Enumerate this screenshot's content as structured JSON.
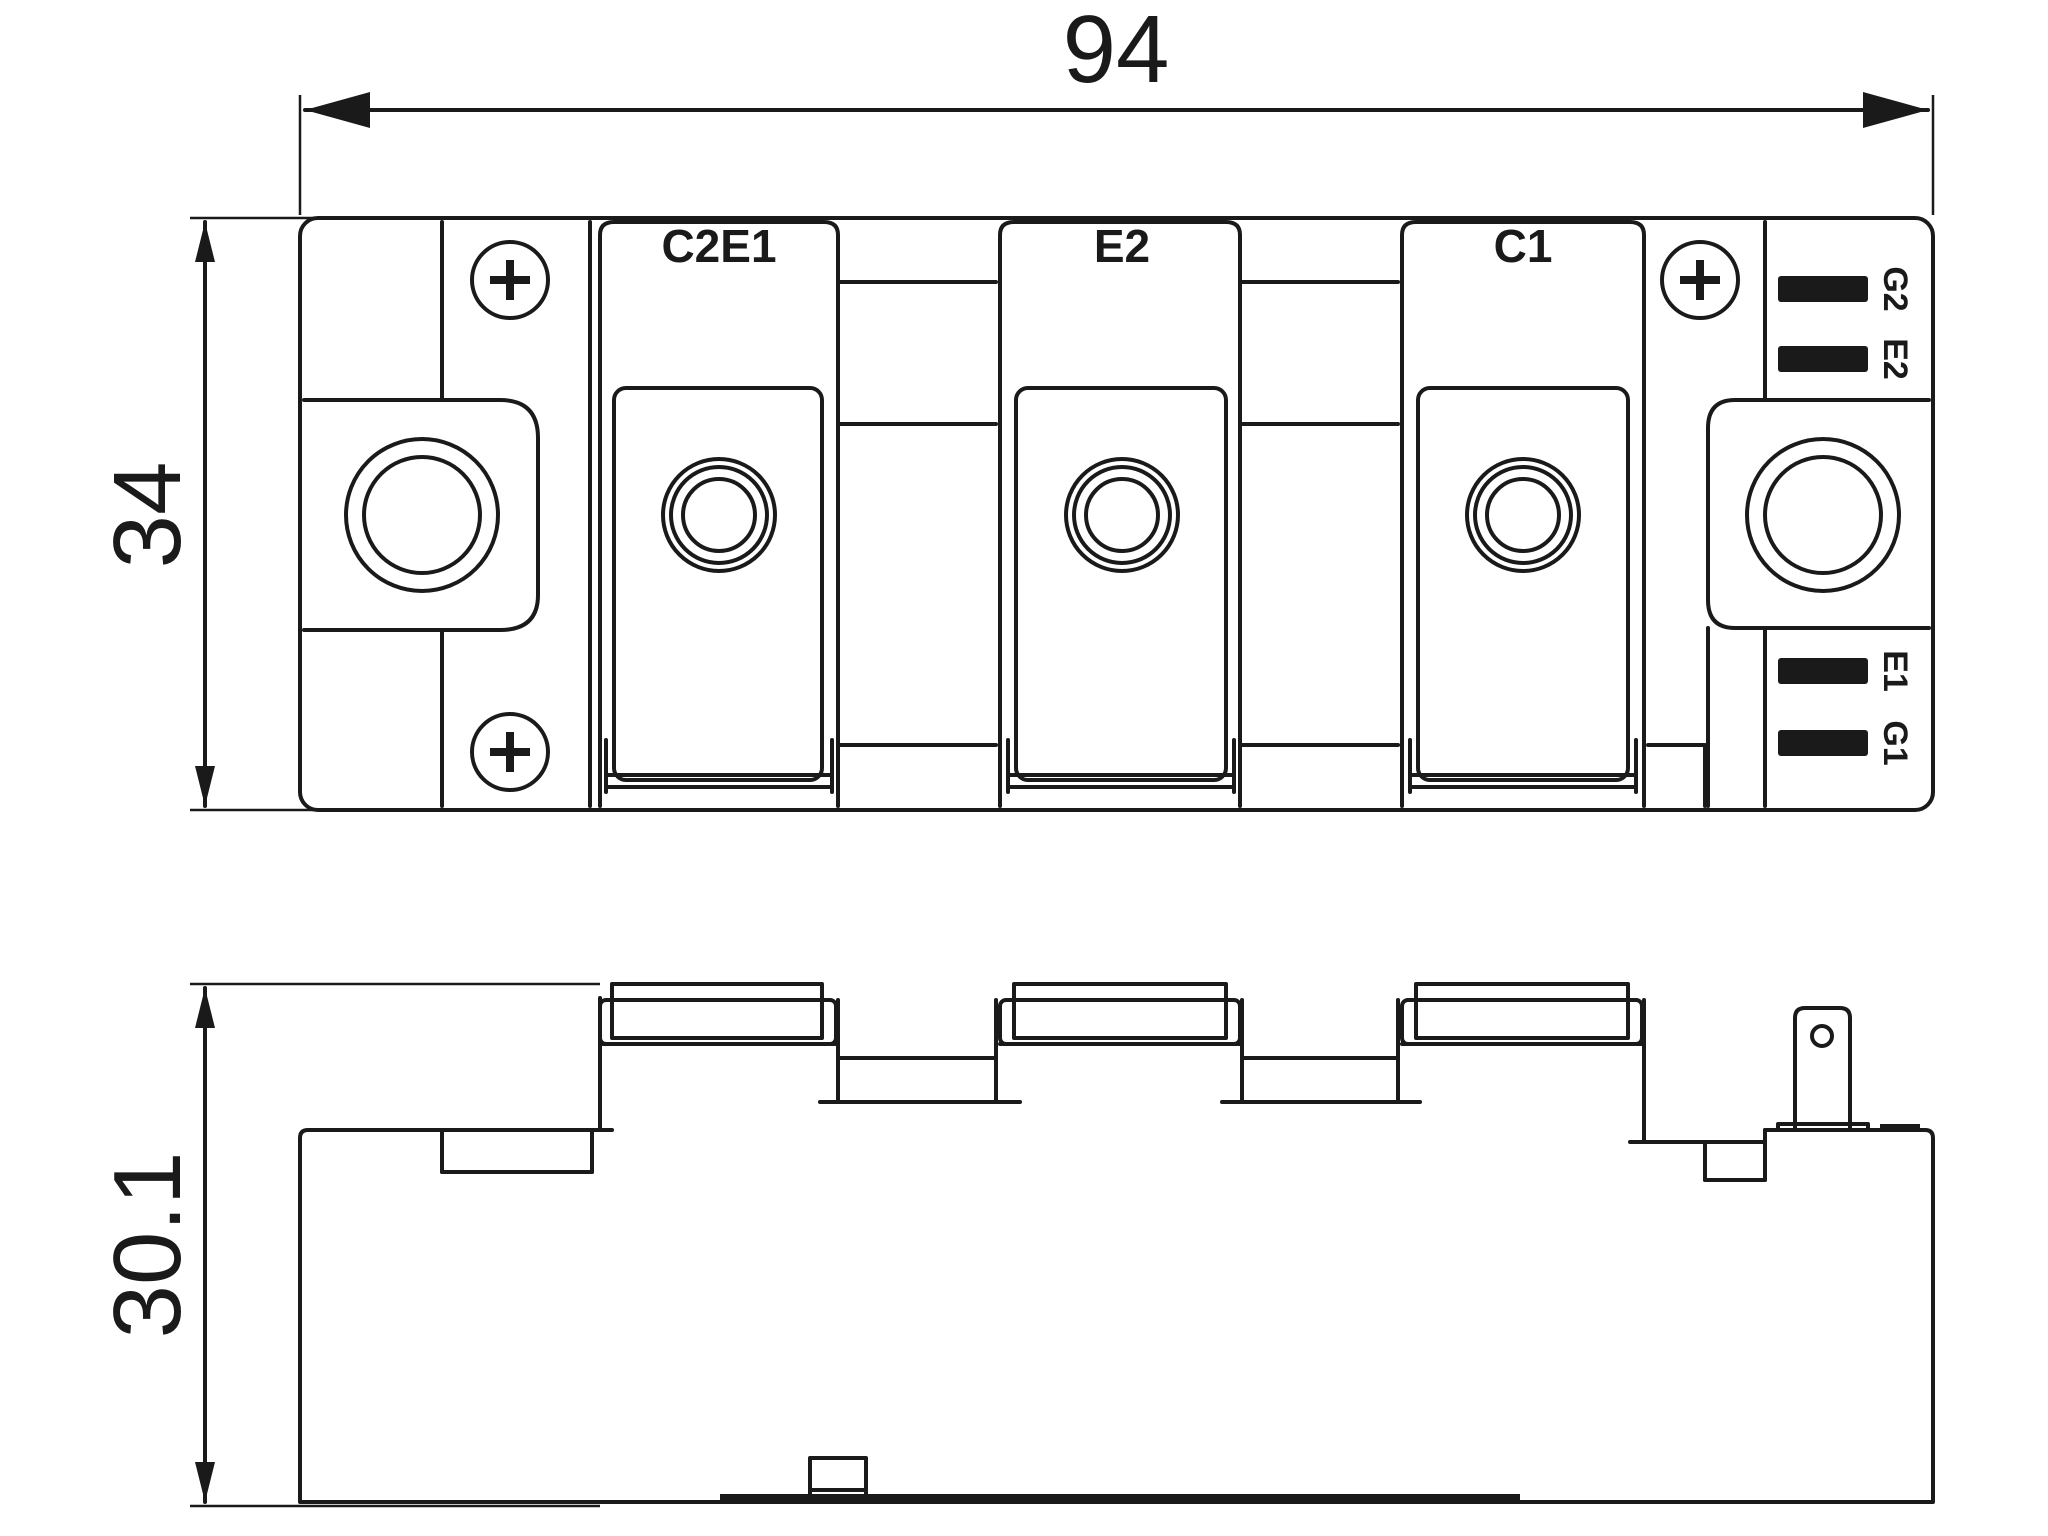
{
  "dimensions": {
    "width": "94",
    "height_top": "34",
    "height_side": "30.1"
  },
  "terminals": {
    "t1": "C2E1",
    "t2": "E2",
    "t3": "C1"
  },
  "pins": {
    "upper": [
      "G2",
      "E2"
    ],
    "lower": [
      "E1",
      "G1"
    ]
  },
  "colors": {
    "line": "#1a1a1a",
    "background": "#ffffff"
  }
}
